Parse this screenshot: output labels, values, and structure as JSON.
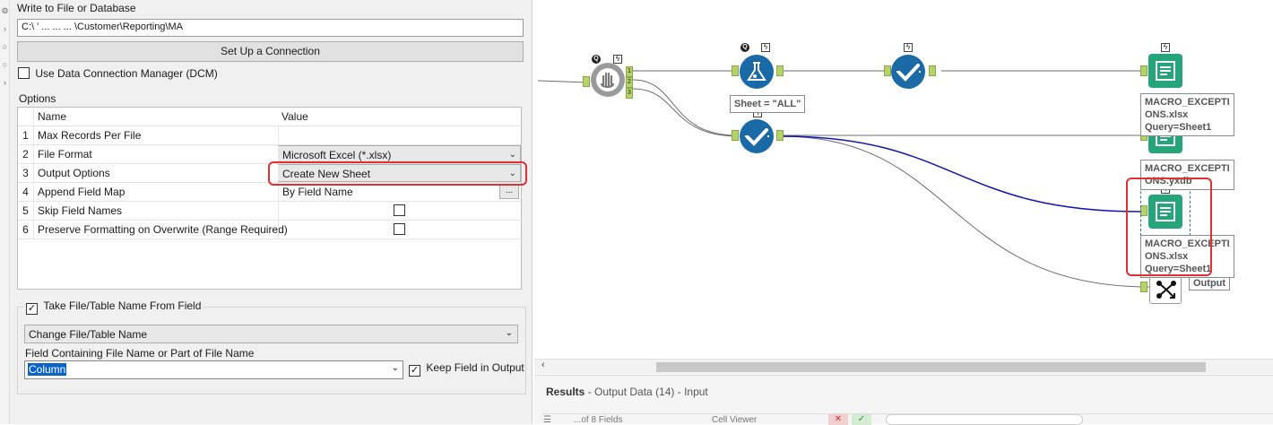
{
  "config": {
    "title": "Write to File or Database",
    "path_value": "C:\\  '       ...       ...       ...       \\Customer\\Reporting\\MA",
    "setup_button": "Set Up a Connection",
    "dcm_label": "Use Data Connection Manager (DCM)",
    "options_label": "Options",
    "grid": {
      "col_name": "Name",
      "col_value": "Value",
      "rows": [
        {
          "num": "1",
          "name": "Max Records Per File",
          "value": ""
        },
        {
          "num": "2",
          "name": "File Format",
          "value": "Microsoft Excel (*.xlsx)"
        },
        {
          "num": "3",
          "name": "Output Options",
          "value": "Create New Sheet"
        },
        {
          "num": "4",
          "name": "Append Field Map",
          "value": "By Field Name"
        },
        {
          "num": "5",
          "name": "Skip Field Names",
          "value": ""
        },
        {
          "num": "6",
          "name": "Preserve Formatting on Overwrite (Range Required)",
          "value": ""
        }
      ],
      "ellipsis": "..."
    },
    "take_label": "Take File/Table Name From Field",
    "change_combo": "Change File/Table Name",
    "field_label": "Field Containing File Name or Part of File Name",
    "field_value": "Column",
    "keep_label": "Keep Field in Output"
  },
  "canvas": {
    "annotations": {
      "sheet_all": "Sheet = \"ALL\"",
      "macro1": "MACRO_EXCEPTI\nONS.xlsx\nQuery=Sheet1",
      "macro2": "MACRO_EXCEPTI\nONS.yxdb",
      "macro3": "MACRO_EXCEPTI\nONS.xlsx\nQuery=Sheet1",
      "output": "Output"
    },
    "anchors": {
      "a1": "1",
      "a2": "2",
      "a3": "3"
    }
  },
  "results": {
    "title": "Results",
    "subtitle": " - Output Data (14) - Input",
    "fields_text": "...of 8 Fields",
    "cell_viewer": "Cell Viewer"
  },
  "colors": {
    "tool_blue": "#1b6aa8",
    "tool_green": "#24a67a",
    "anchor_green": "#b6d36a",
    "highlight_red": "#e03030",
    "selection_blue": "#0a64c8"
  }
}
